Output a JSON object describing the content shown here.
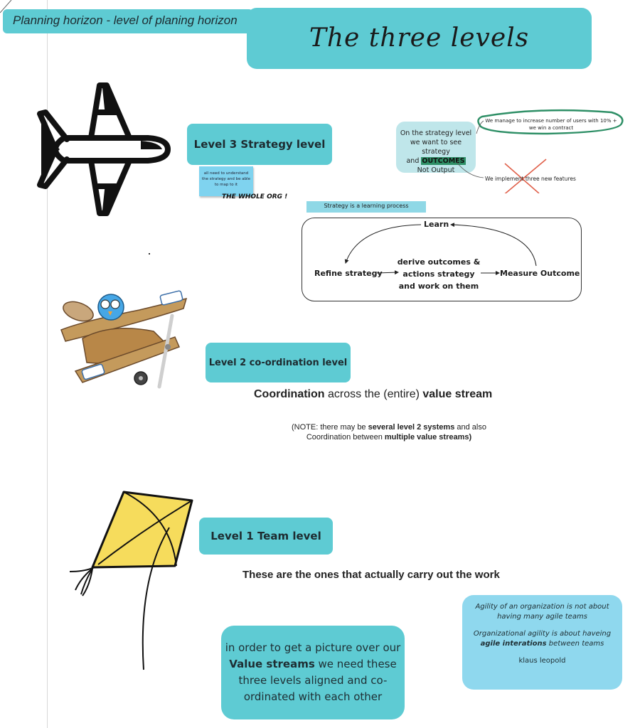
{
  "planning_tag": "Planning horizon - level of planing horizon",
  "title": "The three levels",
  "level3": {
    "label": "Level 3 Strategy level",
    "sticky_note": "all need to understand the strategy and be able to map to it",
    "whole_org": "THE WHOLE ORG !",
    "bubble": {
      "line1": "On the strategy level we want to see strategy",
      "and": "and",
      "highlight": "OUTCOMES",
      "line3": "Not Output"
    },
    "outcome_example": "We manage to increase number of users with 10% + we win a contract",
    "output_example": "We implement three new features"
  },
  "learning": {
    "tag": "Strategy is a learning process",
    "learn": "Learn",
    "refine": "Refine strategy",
    "derive": "derive outcomes & actions strategy and work on them",
    "measure": "Measure Outcome"
  },
  "level2": {
    "label": "Level 2 co-ordination level",
    "heading": {
      "b1": "Coordination",
      "t1": " across the (entire) ",
      "b2": "value stream"
    },
    "note": {
      "t1": "(NOTE: there may be ",
      "b1": "several level 2 systems",
      "t2": " and also Coordination between ",
      "b2": "multiple value streams)"
    }
  },
  "level1": {
    "label": "Level 1 Team level",
    "heading": "These are the ones that actually carry out the work"
  },
  "picture_box": {
    "t1": "in order to get a picture over our ",
    "b1": "Value streams",
    "t2": " we need these three levels aligned and co-ordinated with each other"
  },
  "quote": {
    "line1": "Agility of an organization is not about having many agile teams",
    "line2_t1": "Organizational agility is about haveing ",
    "line2_b1": "agile interations",
    "line2_t2": " between teams",
    "author": "klaus leopold"
  },
  "colors": {
    "teal": "#5ecbd3",
    "light_blue": "#8fd8ee",
    "highlight_green": "#2e8f66",
    "oval_green": "#2e8f66",
    "cross_red": "#e0604a",
    "kite_yellow": "#f6dc5c"
  },
  "icons": {
    "level3": "airplane-icon",
    "level2": "biplane-bird-illustration",
    "level1": "kite-icon"
  }
}
